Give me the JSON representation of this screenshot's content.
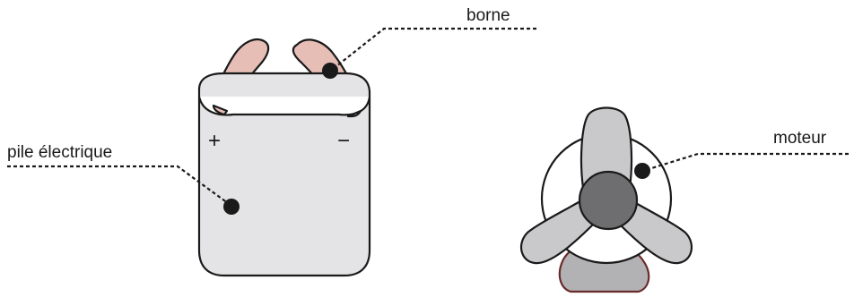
{
  "labels": {
    "battery": "pile électrique",
    "terminal": "borne",
    "motor": "moteur"
  },
  "battery_signs": {
    "positive": "+",
    "negative": "−"
  },
  "colors": {
    "battery_fill": "#e4e4e6",
    "terminal_fill": "#e6beb6",
    "fan_blade": "#c9c9cc",
    "fan_hub": "#6e6e70",
    "motor_base": "#b2b2b4",
    "base_outline": "#6a2a2a"
  }
}
